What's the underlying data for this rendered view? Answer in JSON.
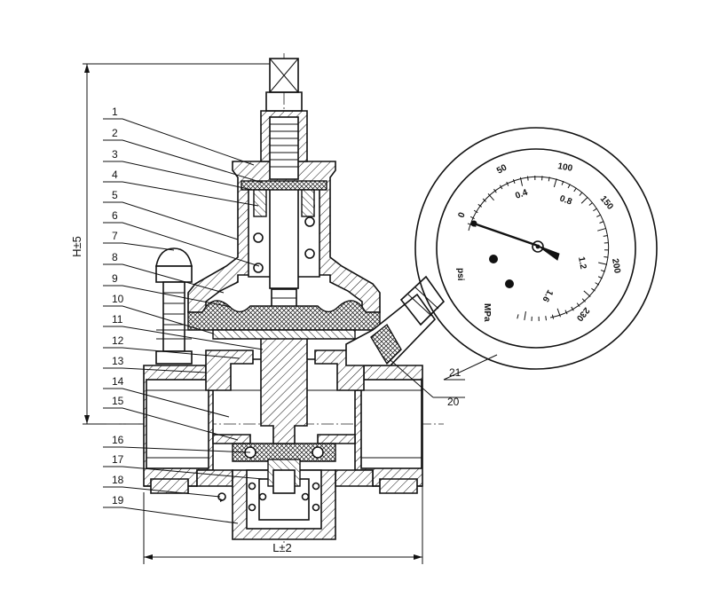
{
  "callouts": {
    "left": [
      "1",
      "2",
      "3",
      "4",
      "5",
      "6",
      "7",
      "8",
      "9",
      "10",
      "11",
      "12",
      "13",
      "14",
      "15",
      "16",
      "17",
      "18",
      "19"
    ],
    "right": [
      "21",
      "20"
    ]
  },
  "dimensions": {
    "height": "H±5",
    "length": "L±2"
  },
  "gauge": {
    "psi_scale": [
      "0",
      "50",
      "100",
      "150",
      "200",
      "230"
    ],
    "mpa_scale": [
      "0.4",
      "0.8",
      "1.2",
      "1.6"
    ],
    "unit_psi": "psi",
    "unit_mpa": "MPa"
  }
}
